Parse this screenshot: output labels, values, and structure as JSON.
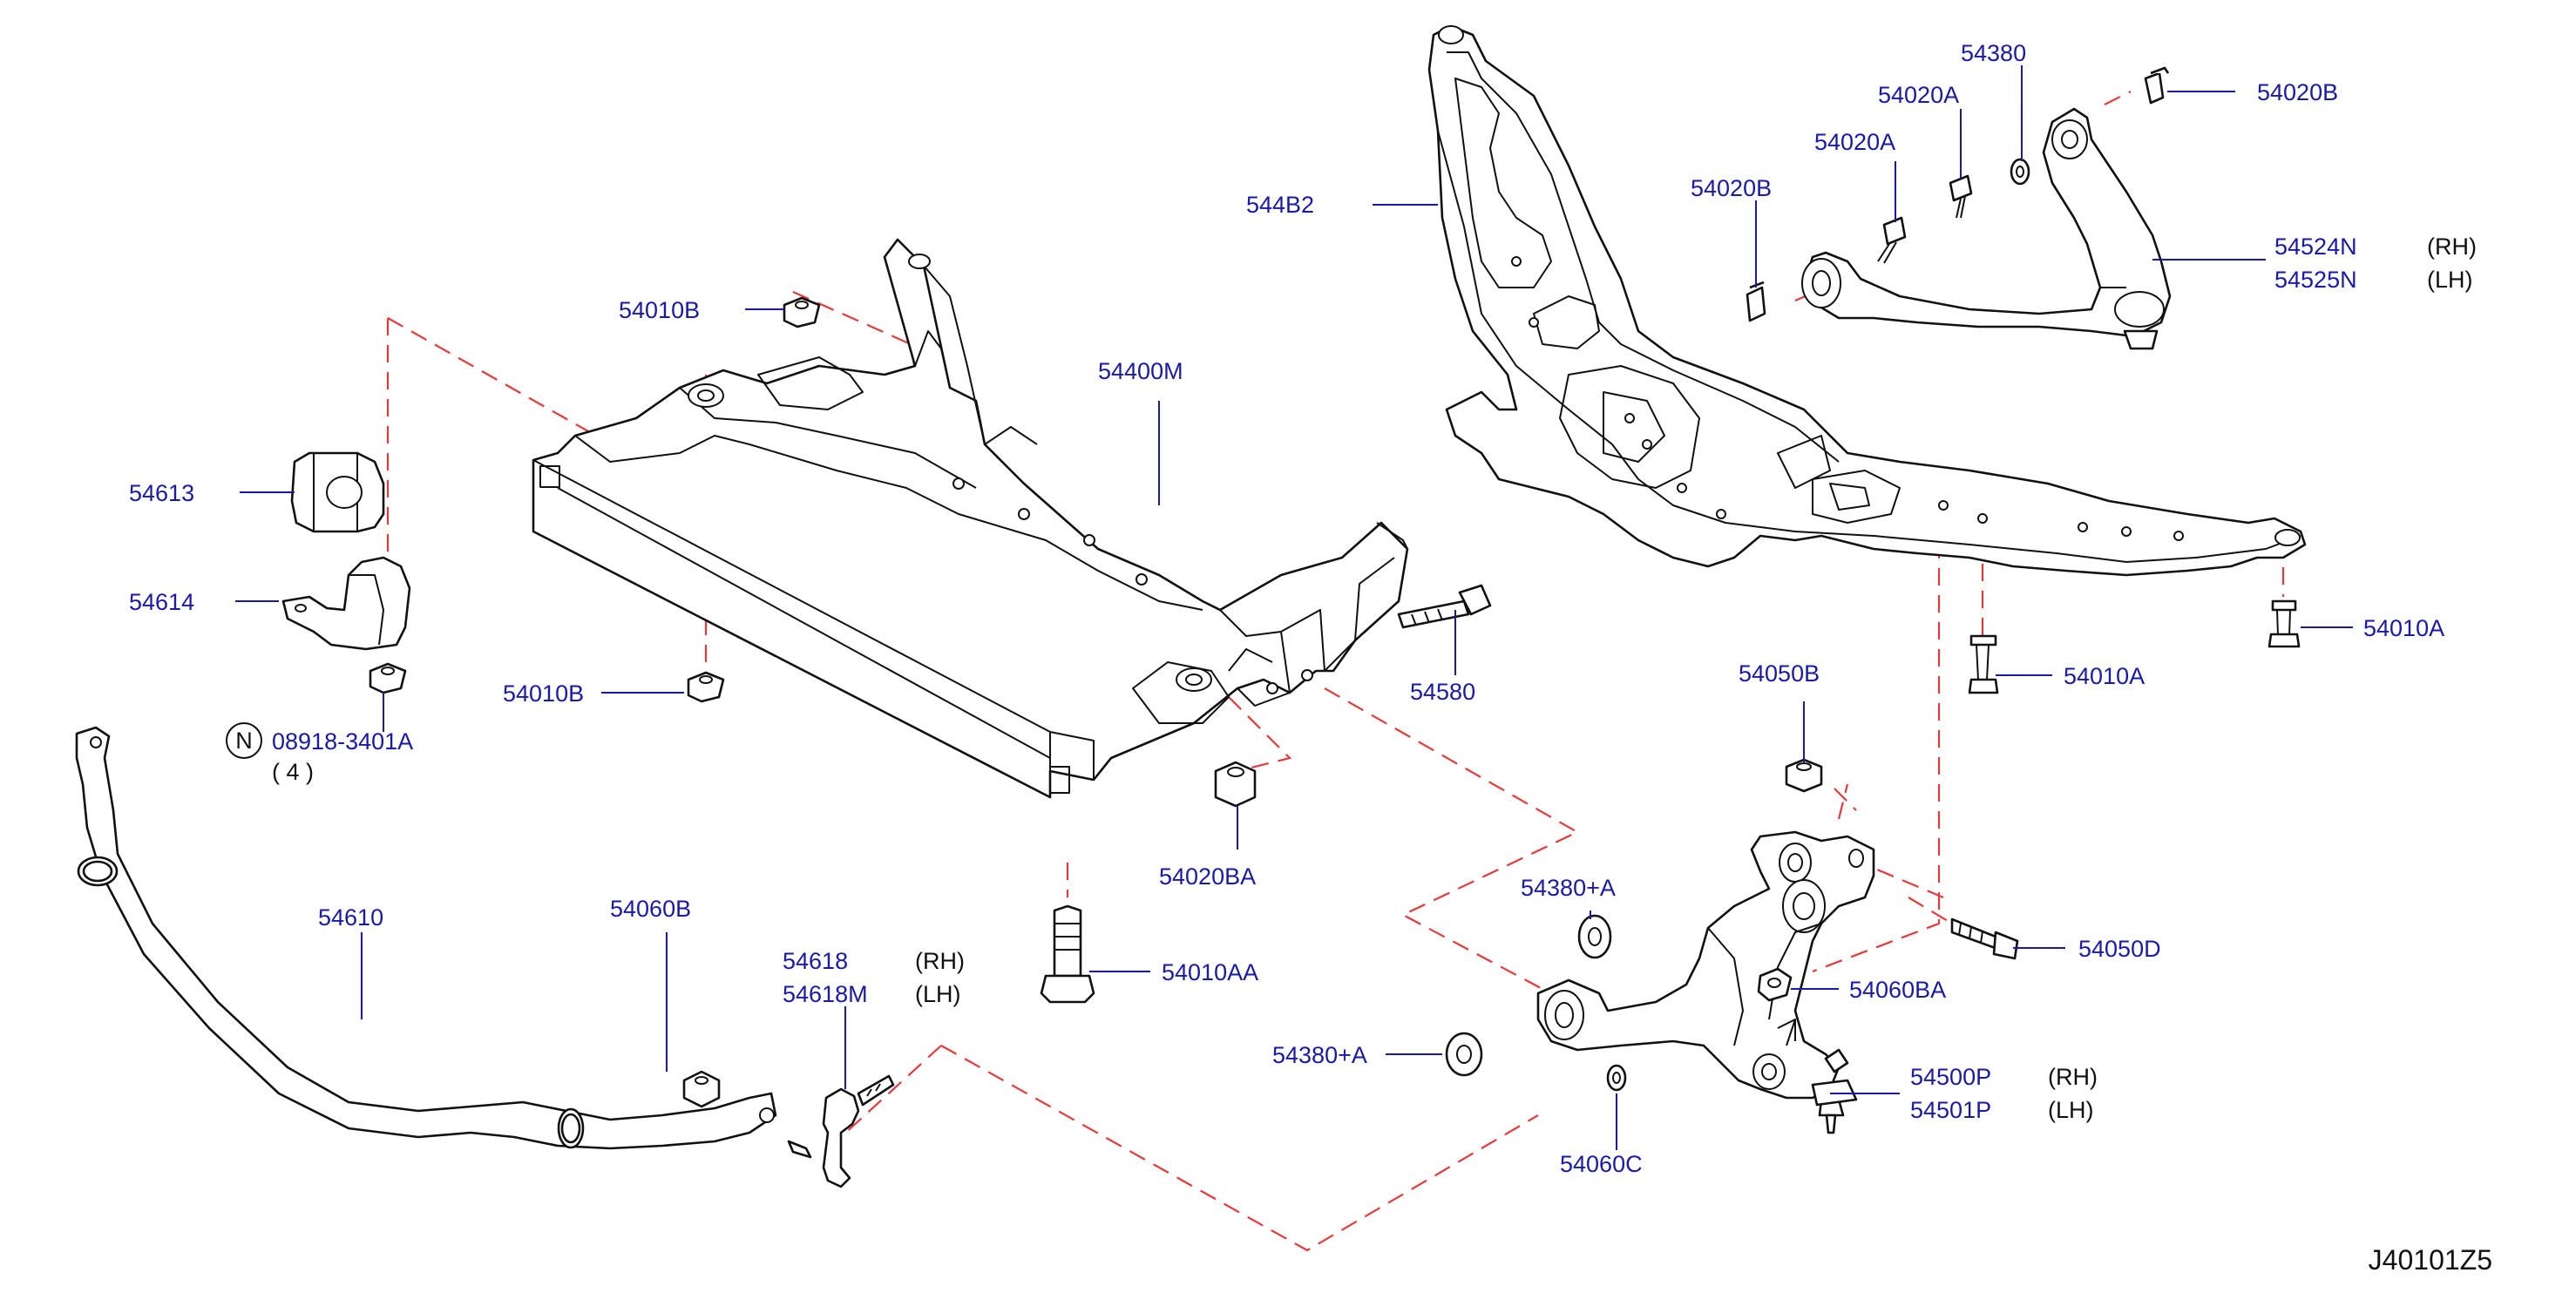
{
  "diagram_id": "J40101Z5",
  "note_symbol": "N",
  "labels": {
    "p544B2": "544B2",
    "p54380": "54380",
    "p54020A_top": "54020A",
    "p54020B_top": "54020B",
    "p54020A_mid": "54020A",
    "p54020B_mid": "54020B",
    "p54524N": "54524N",
    "p54524N_side": "(RH)",
    "p54525N": "54525N",
    "p54525N_side": "(LH)",
    "p54010B_top": "54010B",
    "p54400M": "54400M",
    "p54613": "54613",
    "p54614": "54614",
    "p54010B_low": "54010B",
    "p08918": "08918-3401A",
    "p08918_qty": "( 4 )",
    "p54580": "54580",
    "p54010A_right": "54010A",
    "p54010A_mid": "54010A",
    "p54050B": "54050B",
    "p54020BA": "54020BA",
    "p54610": "54610",
    "p54060B": "54060B",
    "p54618": "54618",
    "p54618_side": "(RH)",
    "p54618M": "54618M",
    "p54618M_side": "(LH)",
    "p54380A_top": "54380+A",
    "p54050D": "54050D",
    "p54010AA": "54010AA",
    "p54060BA": "54060BA",
    "p54380A_low": "54380+A",
    "p54500P": "54500P",
    "p54500P_side": "(RH)",
    "p54501P": "54501P",
    "p54501P_side": "(LH)",
    "p54060C": "54060C"
  }
}
